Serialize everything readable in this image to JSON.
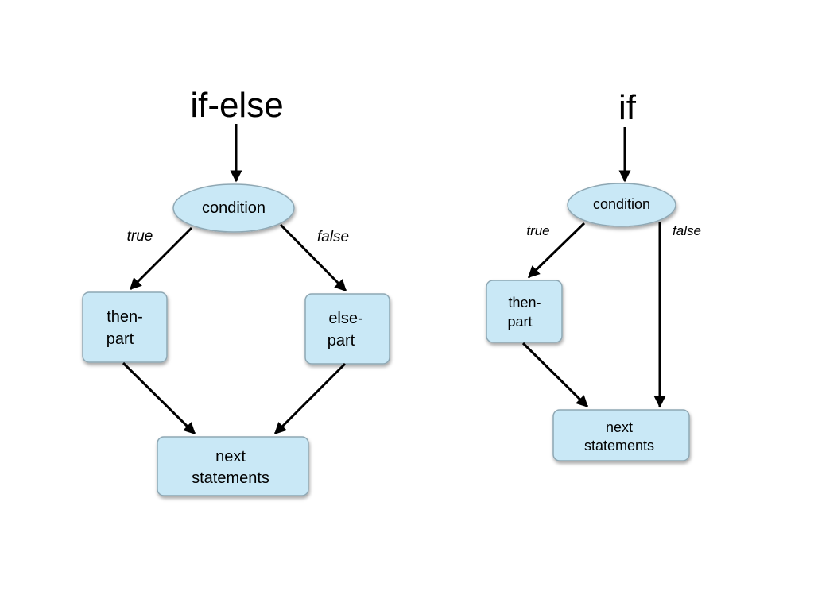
{
  "colors": {
    "node_fill": "#c9e8f6",
    "node_stroke": "#8ea7b3",
    "edge": "#000000",
    "text": "#000000"
  },
  "if_else": {
    "title": "if-else",
    "condition": "condition",
    "true_label": "true",
    "false_label": "false",
    "then_part": [
      "then-",
      "part"
    ],
    "else_part": [
      "else-",
      "part"
    ],
    "next": [
      "next",
      "statements"
    ]
  },
  "if_only": {
    "title": "if",
    "condition": "condition",
    "true_label": "true",
    "false_label": "false",
    "then_part": [
      "then-",
      "part"
    ],
    "next": [
      "next",
      "statements"
    ]
  }
}
